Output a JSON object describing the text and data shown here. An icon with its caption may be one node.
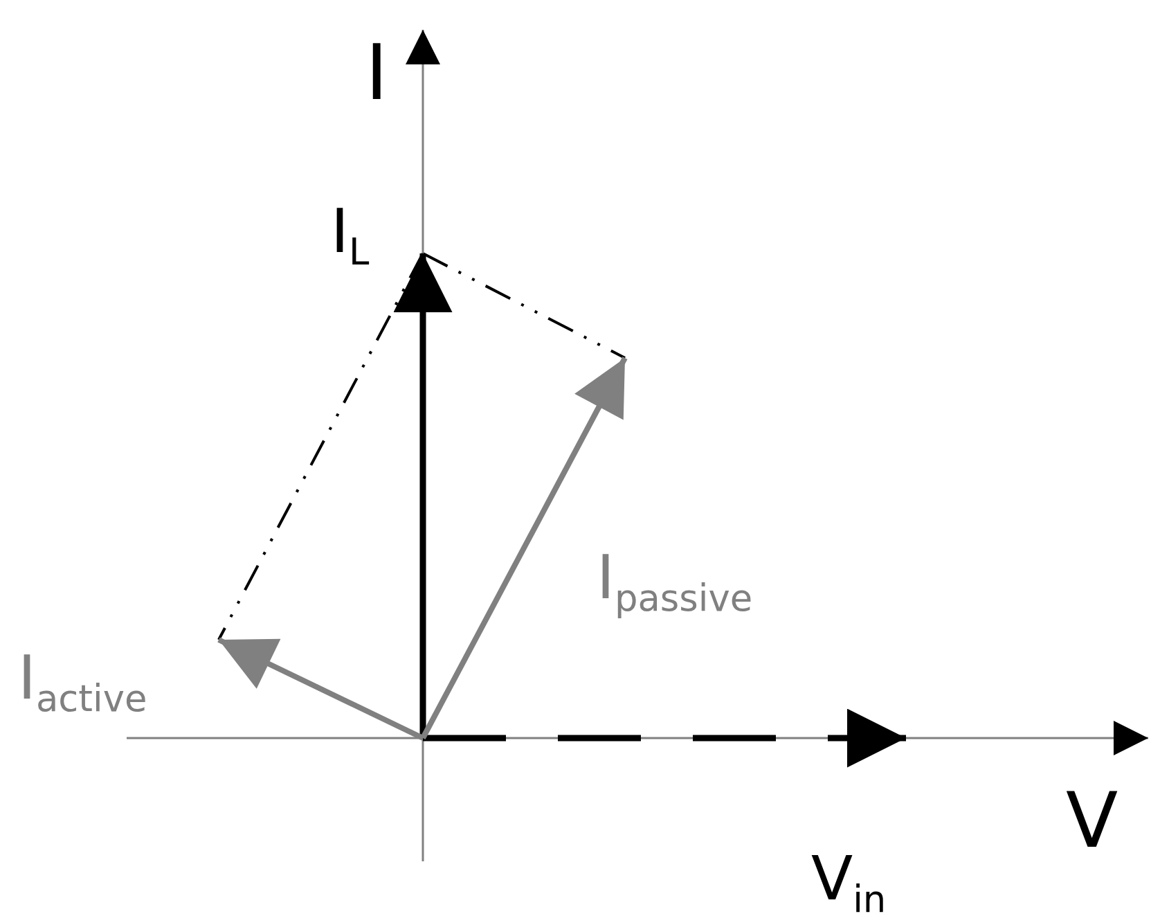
{
  "diagram": {
    "labels": [
      "I",
      "I$_{L}$",
      "I$_{passive}$",
      "I$_{active}$",
      "V",
      "V$_{in}$"
    ]
  }
}
